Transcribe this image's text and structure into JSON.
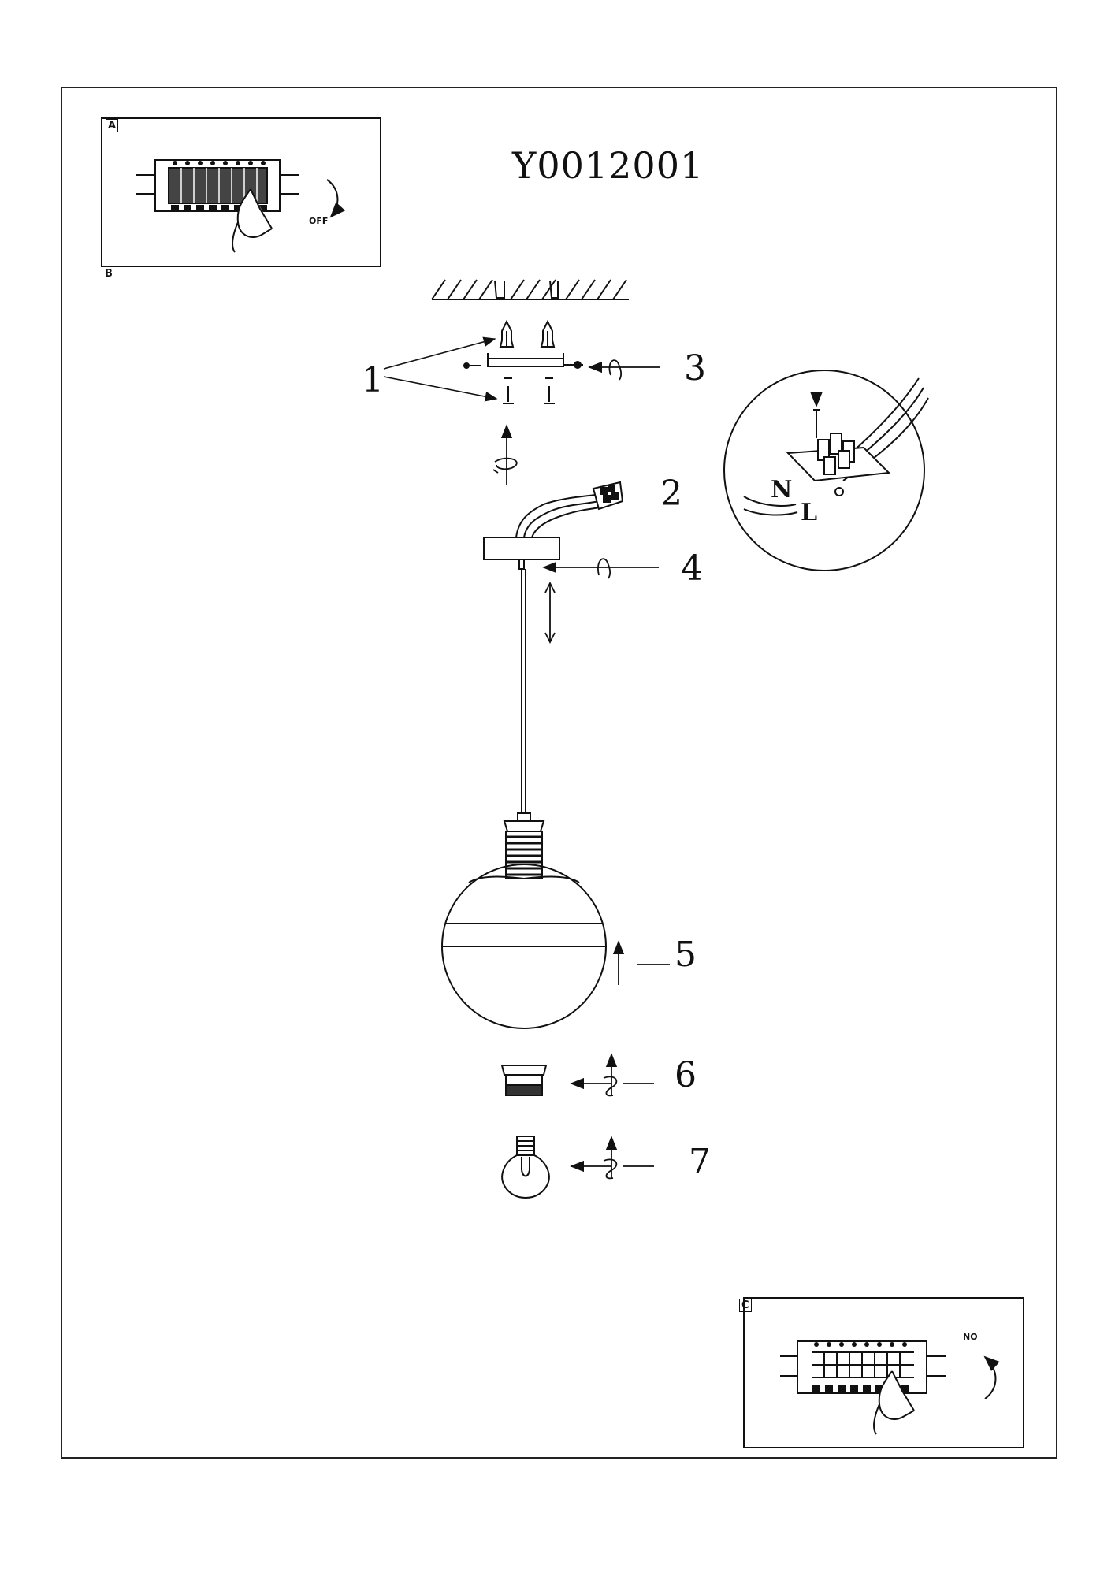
{
  "model_code": "Y0012001",
  "panel_a": {
    "tag_top": "A",
    "tag_bottom": "B",
    "switch_label": "OFF"
  },
  "panel_c": {
    "tag": "C",
    "switch_label": "NO"
  },
  "callouts": {
    "c1": "1",
    "c2": "2",
    "c3": "3",
    "c4": "4",
    "c5": "5",
    "c6": "6",
    "c7": "7"
  },
  "wiring_detail": {
    "neutral": "N",
    "live": "L"
  }
}
